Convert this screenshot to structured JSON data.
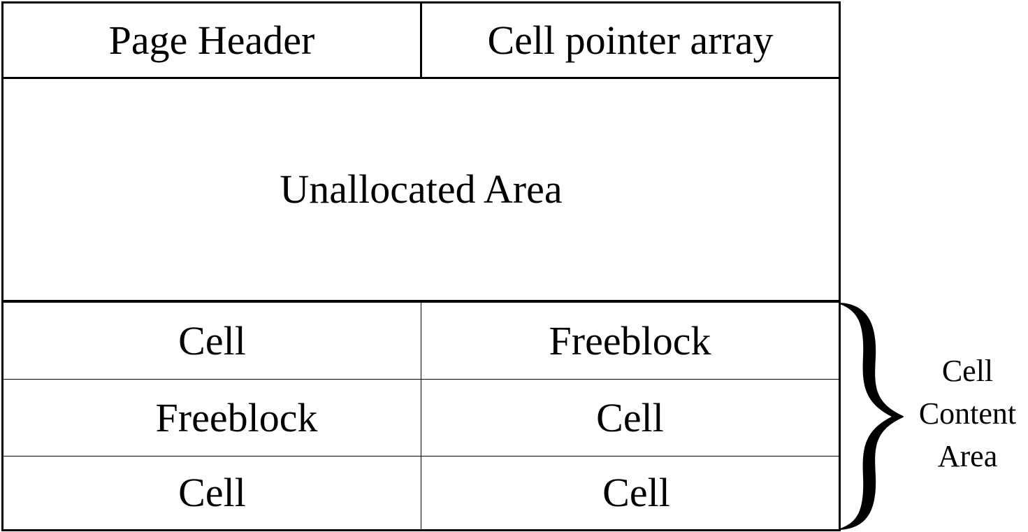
{
  "header_row": {
    "page_header": "Page Header",
    "cell_pointer_array": "Cell pointer array"
  },
  "unallocated_area": "Unallocated Area",
  "content_rows": [
    {
      "left": "Cell",
      "right": "Freeblock"
    },
    {
      "left": "Freeblock",
      "right": "Cell"
    },
    {
      "left": "Cell",
      "right": "Cell"
    }
  ],
  "brace_label": {
    "line1": "Cell",
    "line2": "Content",
    "line3": "Area"
  }
}
